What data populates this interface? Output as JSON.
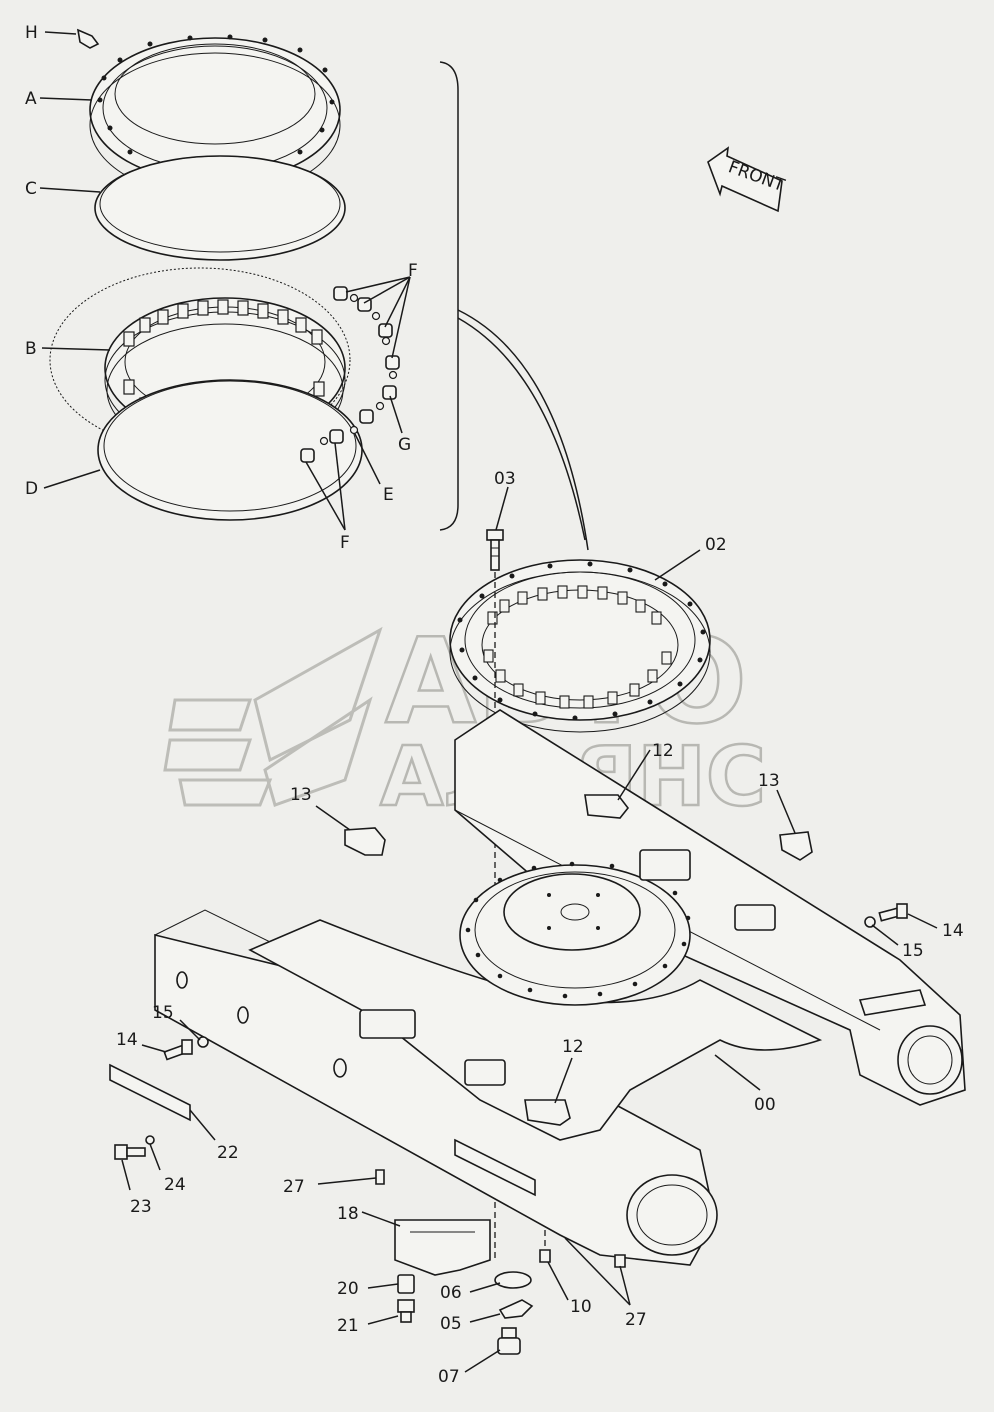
{
  "front_label": "FRONT",
  "watermark": {
    "line1": "АВТО",
    "line2": "АЛЬЯНС"
  },
  "callouts": {
    "H": "H",
    "A": "A",
    "C": "C",
    "B": "B",
    "D": "D",
    "F1": "F",
    "F2": "F",
    "G": "G",
    "E": "E",
    "p03": "03",
    "p02": "02",
    "p12a": "12",
    "p13a": "13",
    "p13b": "13",
    "p14a": "14",
    "p15a": "15",
    "p15b": "15",
    "p14b": "14",
    "p22": "22",
    "p24": "24",
    "p23": "23",
    "p00": "00",
    "p12b": "12",
    "p27a": "27",
    "p18": "18",
    "p20": "20",
    "p21": "21",
    "p06": "06",
    "p05": "05",
    "p07": "07",
    "p10": "10",
    "p27b": "27"
  }
}
